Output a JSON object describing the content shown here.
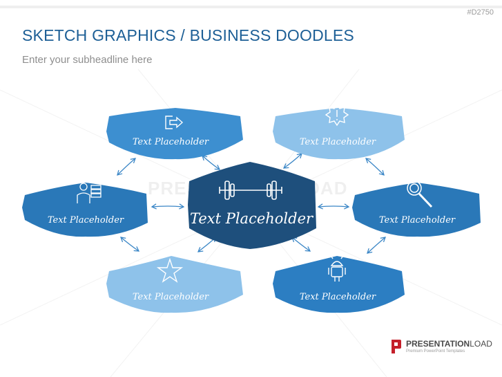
{
  "header": {
    "code": "#D2750",
    "title": "SKETCH GRAPHICS / BUSINESS DOODLES",
    "subtitle": "Enter your subheadline here"
  },
  "watermark": "PRESENTATIONLOAD",
  "diagram": {
    "center": {
      "label": "Text Placeholder",
      "icon": "barbell-icon",
      "color": "#1e4f7c"
    },
    "nodes": [
      {
        "label": "Text Placeholder",
        "icon": "exit-door-icon",
        "color": "#3d8fd0"
      },
      {
        "label": "Text Placeholder",
        "icon": "alert-badge-icon",
        "color": "#8ec2ea"
      },
      {
        "label": "Text Placeholder",
        "icon": "magnifier-icon",
        "color": "#2a78b8"
      },
      {
        "label": "Text Placeholder",
        "icon": "android-icon",
        "color": "#2c7ec2"
      },
      {
        "label": "Text Placeholder",
        "icon": "star-icon",
        "color": "#8ec2ea"
      },
      {
        "label": "Text Placeholder",
        "icon": "person-desk-icon",
        "color": "#2a78b8"
      }
    ]
  },
  "logo": {
    "name_bold": "PRESENTATION",
    "name_rest": "LOAD",
    "tagline": "Premium PowerPoint Templates",
    "color": "#c41f2a"
  }
}
